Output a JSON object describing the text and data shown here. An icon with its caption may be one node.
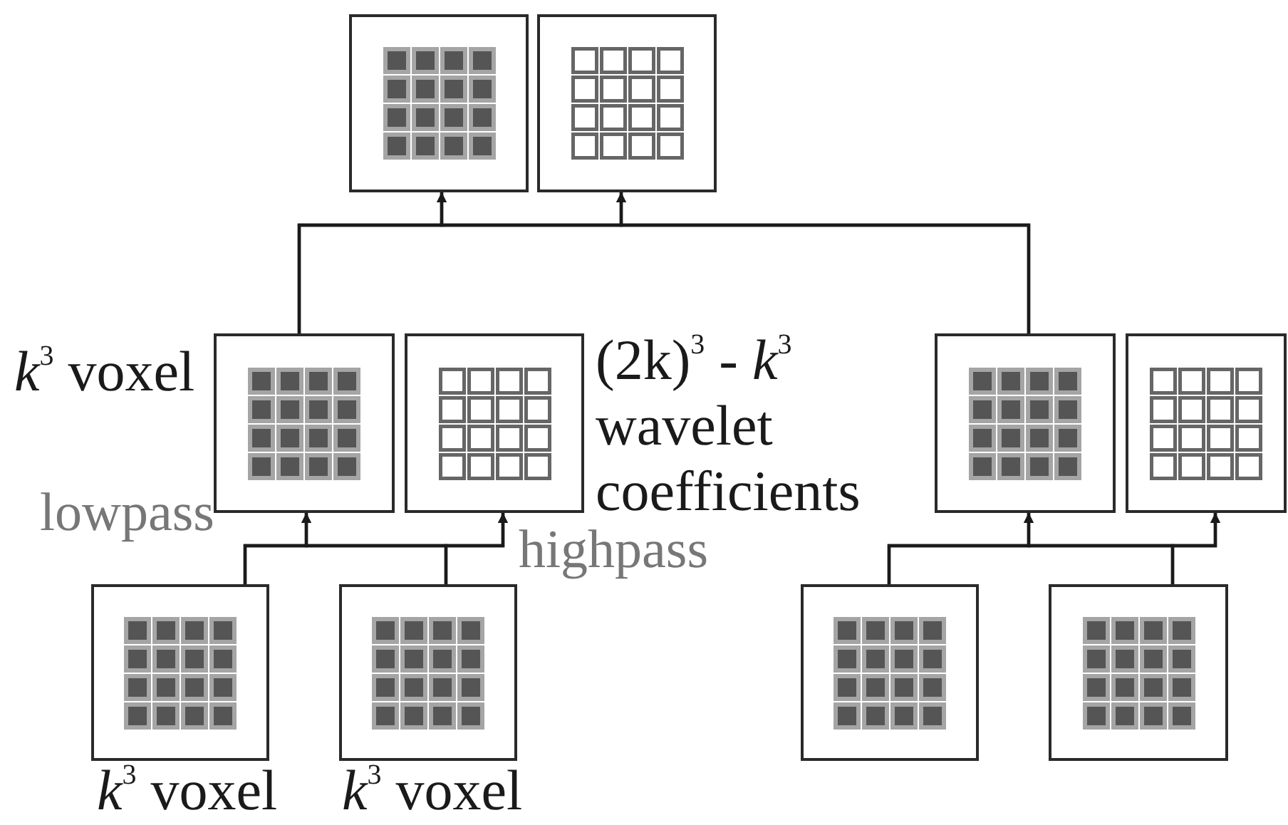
{
  "diagram": {
    "nodes": [
      {
        "text": [],
        "shape": "box"
      },
      {
        "text": [],
        "shape": "box"
      },
      {
        "text": [],
        "shape": "box",
        "beside": [
          "*k*$^{3}$ voxel"
        ]
      },
      {
        "text": [],
        "shape": "box",
        "beside": [
          "(2k)$^{3}$ - *k*$^{3}$ wavelet coefficients"
        ]
      },
      {
        "text": [],
        "shape": "box"
      },
      {
        "text": [],
        "shape": "box"
      },
      {
        "text": [],
        "shape": "box",
        "beside": [
          "*k*$^{3}$ voxel"
        ]
      },
      {
        "text": [],
        "shape": "box",
        "beside": [
          "*k*$^{3}$ voxel"
        ]
      },
      {
        "text": [],
        "shape": "box"
      },
      {
        "text": [],
        "shape": "box"
      }
    ],
    "edges": [
      {
        "from": 2,
        "to": 0,
        "arrow": "to"
      },
      {
        "from": 2,
        "to": 1,
        "arrow": "to"
      },
      {
        "from": 4,
        "to": 0,
        "arrow": "to"
      },
      {
        "from": 4,
        "to": 1,
        "arrow": "to"
      },
      {
        "from": 6,
        "to": 2,
        "arrow": "to"
      },
      {
        "from": 6,
        "to": 3,
        "arrow": "to"
      },
      {
        "from": 7,
        "to": 2,
        "arrow": "to"
      },
      {
        "from": 7,
        "to": 3,
        "arrow": "to"
      },
      {
        "from": 8,
        "to": 4,
        "arrow": "to"
      },
      {
        "from": 8,
        "to": 5,
        "arrow": "to"
      },
      {
        "from": 9,
        "to": 4,
        "arrow": "to"
      },
      {
        "from": 9,
        "to": 5,
        "arrow": "to"
      }
    ],
    "labels": [
      "lowpass",
      "highpass"
    ]
  }
}
